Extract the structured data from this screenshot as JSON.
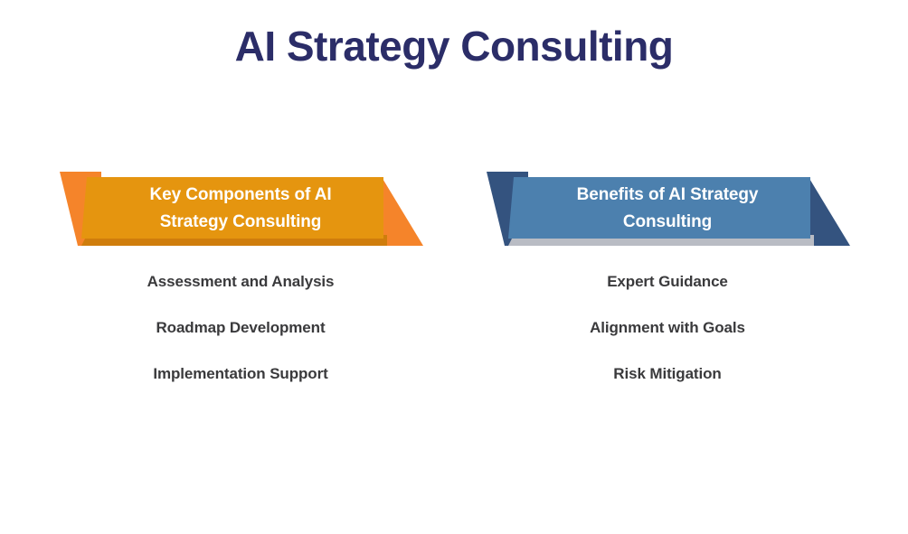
{
  "page": {
    "title": "AI Strategy Consulting",
    "background_color": "#ffffff",
    "title_color": "#2b2d68",
    "item_text_color": "#3a3a3c"
  },
  "columns": [
    {
      "id": "key-components",
      "banner": {
        "heading_line1": "Key Components of AI",
        "heading_line2": "Strategy Consulting",
        "heading": "Key Components of AI Strategy Consulting",
        "body_color": "#e5950f",
        "tail_color": "#f5842a",
        "shadow_color": "#cf7d0c",
        "text_color": "#ffffff"
      },
      "items": [
        {
          "label": "Assessment and Analysis"
        },
        {
          "label": "Roadmap Development"
        },
        {
          "label": "Implementation Support"
        }
      ]
    },
    {
      "id": "benefits",
      "banner": {
        "heading_line1": "Benefits of AI Strategy",
        "heading_line2": "Consulting",
        "heading": "Benefits of AI Strategy Consulting",
        "body_color": "#4c80ae",
        "tail_color": "#34537f",
        "shadow_color": "#b9bcc4",
        "text_color": "#ffffff"
      },
      "items": [
        {
          "label": "Expert Guidance"
        },
        {
          "label": "Alignment with Goals"
        },
        {
          "label": "Risk Mitigation"
        }
      ]
    }
  ]
}
